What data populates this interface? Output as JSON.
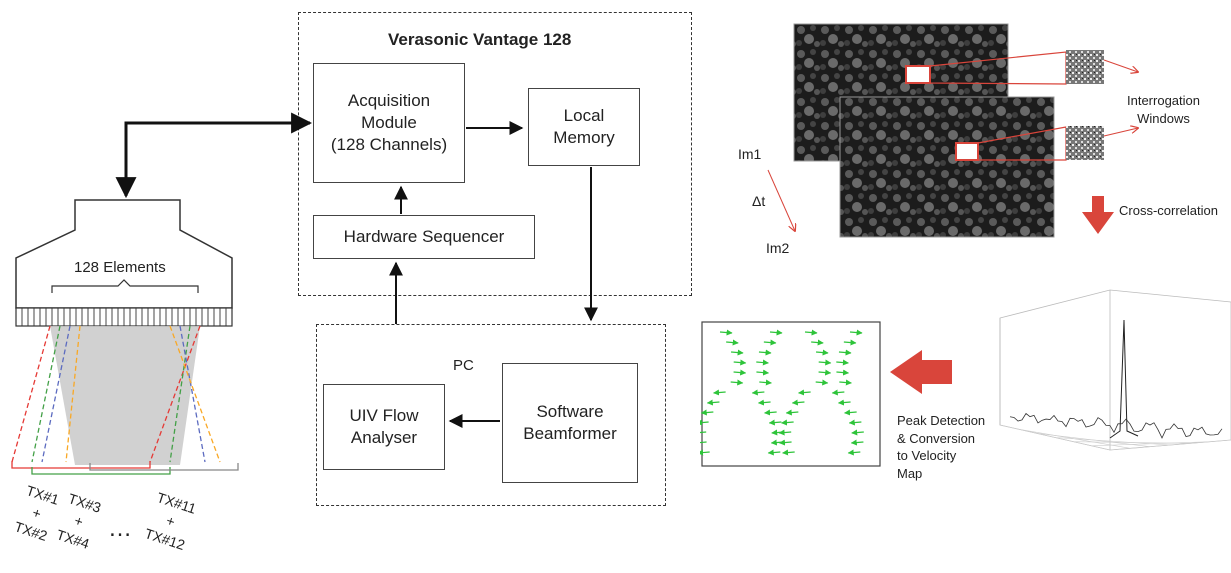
{
  "vantage": {
    "title": "Verasonic Vantage 128",
    "acquisition": "Acquisition\nModule\n(128 Channels)",
    "memory": "Local\nMemory",
    "sequencer": "Hardware Sequencer"
  },
  "pc": {
    "title": "PC",
    "uiv": "UIV Flow\nAnalyser",
    "beamformer": "Software\nBeamformer"
  },
  "probe": {
    "elements_label": "128 Elements",
    "tx_groups": [
      "TX#1\n+\nTX#2",
      "TX#3\n+\nTX#4",
      "TX#11\n+\nTX#12"
    ],
    "ellipsis": "…"
  },
  "piv": {
    "interrogation": "Interrogation\nWindows",
    "im1": "Im1",
    "dt": "Δt",
    "im2": "Im2",
    "cross": "Cross-correlation",
    "peak": "Peak Detection\n& Conversion\nto Velocity\nMap"
  },
  "colors": {
    "arrow_red": "#d9453b",
    "vector_green": "#2ec43a",
    "beam_red": "#e53935",
    "beam_green": "#43a047",
    "beam_blue": "#5c6bc0",
    "beam_orange": "#f9a825"
  }
}
